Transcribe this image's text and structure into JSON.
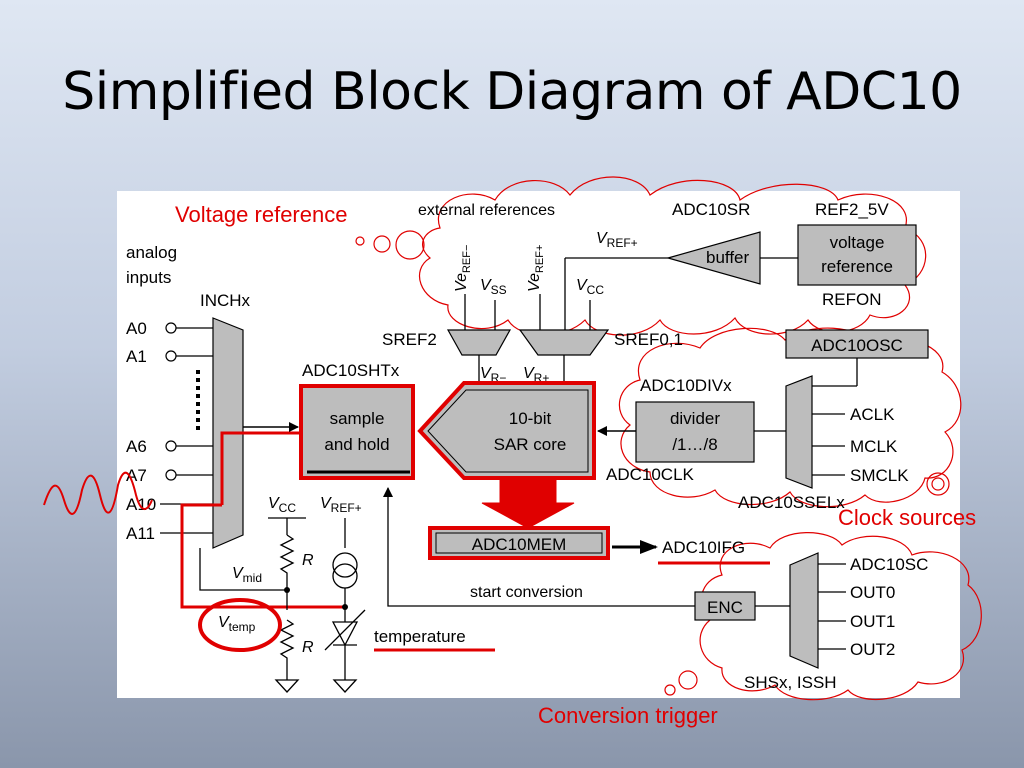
{
  "title": "Simplified Block Diagram of ADC10",
  "annotations": {
    "voltage_reference": "Voltage reference",
    "clock_sources": "Clock sources",
    "conversion_trigger": "Conversion trigger"
  },
  "labels": {
    "external_references": "external references",
    "adc10sr": "ADC10SR",
    "ref2_5v": "REF2_5V",
    "analog": "analog",
    "inputs": "inputs",
    "inchx": "INCHx",
    "a0": "A0",
    "a1": "A1",
    "a6": "A6",
    "a7": "A7",
    "a10": "A10",
    "a11": "A11",
    "sref2": "SREF2",
    "sref01": "SREF0,1",
    "ve": "Ve",
    "ref_minus": "REF−",
    "ref_plus": "REF+",
    "v": "V",
    "ss": "SS",
    "cc": "CC",
    "buffer": "buffer",
    "voltage": "voltage",
    "reference": "reference",
    "refon": "REFON",
    "adc10osc": "ADC10OSC",
    "adc10shtx": "ADC10SHTx",
    "r_minus": "R−",
    "r_plus": "R+",
    "sample": "sample",
    "and_hold": "and hold",
    "sar_10bit": "10-bit",
    "sar_core": "SAR core",
    "adc10divx": "ADC10DIVx",
    "divider": "divider",
    "div_ratio": "/1…/8",
    "adc10clk": "ADC10CLK",
    "aclk": "ACLK",
    "mclk": "MCLK",
    "smclk": "SMCLK",
    "adc10sselx": "ADC10SSELx",
    "adc10mem": "ADC10MEM",
    "adc10ifg": "ADC10IFG",
    "start_conversion": "start conversion",
    "enc": "ENC",
    "adc10sc": "ADC10SC",
    "out0": "OUT0",
    "out1": "OUT1",
    "out2": "OUT2",
    "shsx": "SHSx, ISSH",
    "mid": "mid",
    "temp": "temp",
    "r": "R",
    "temperature": "temperature"
  },
  "colors": {
    "annotation": "#e00000",
    "block_fill": "#bdbdbd",
    "diagram_bg": "#ffffff"
  }
}
